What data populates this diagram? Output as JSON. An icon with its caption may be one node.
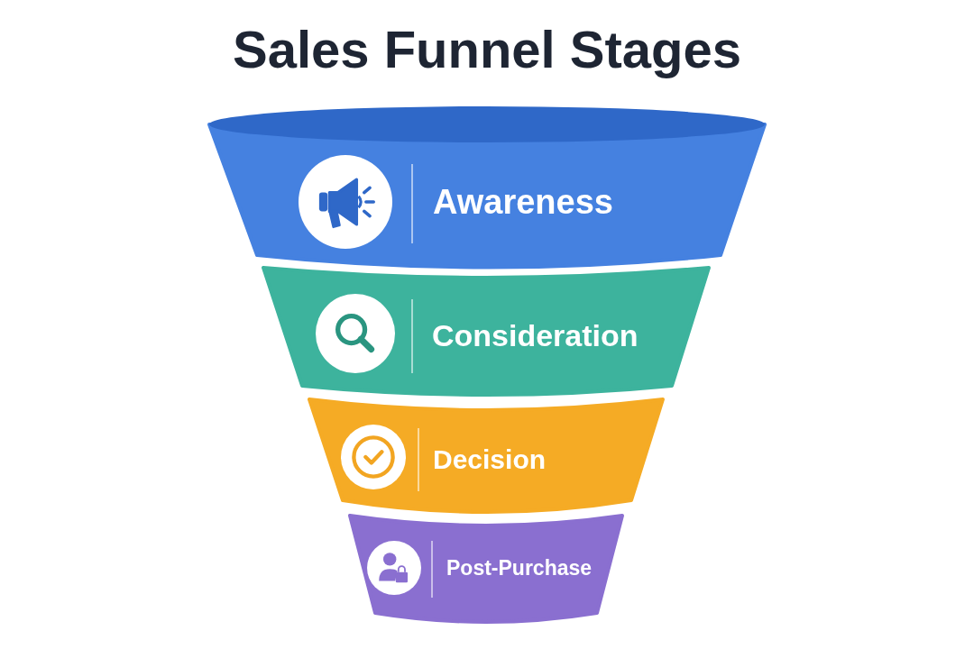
{
  "diagram": {
    "title": "Sales Funnel Stages",
    "nodes": [
      {
        "text": [
          "Awareness"
        ]
      },
      {
        "text": [
          "Consideration"
        ]
      },
      {
        "text": [
          "Decision"
        ]
      },
      {
        "text": [
          "Post-Purchase"
        ]
      }
    ]
  }
}
